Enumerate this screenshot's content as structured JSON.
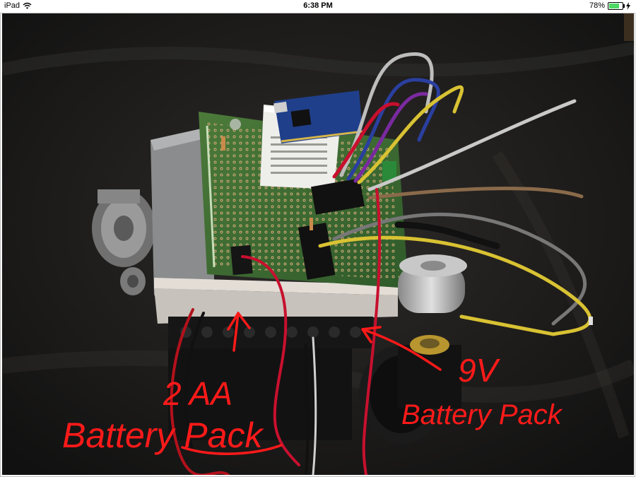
{
  "statusbar": {
    "device": "iPad",
    "time": "6:38 PM",
    "battery_percent": "78%",
    "battery_level": 0.78,
    "icons": [
      "wifi-icon",
      "battery-icon",
      "charging-icon"
    ]
  },
  "annotations": {
    "aa_line1": "2 AA",
    "aa_line2": "Battery Pack",
    "nine_v_line1": "9V",
    "nine_v_line2": "Battery Pack",
    "ink_color": "#ff1a1a"
  }
}
